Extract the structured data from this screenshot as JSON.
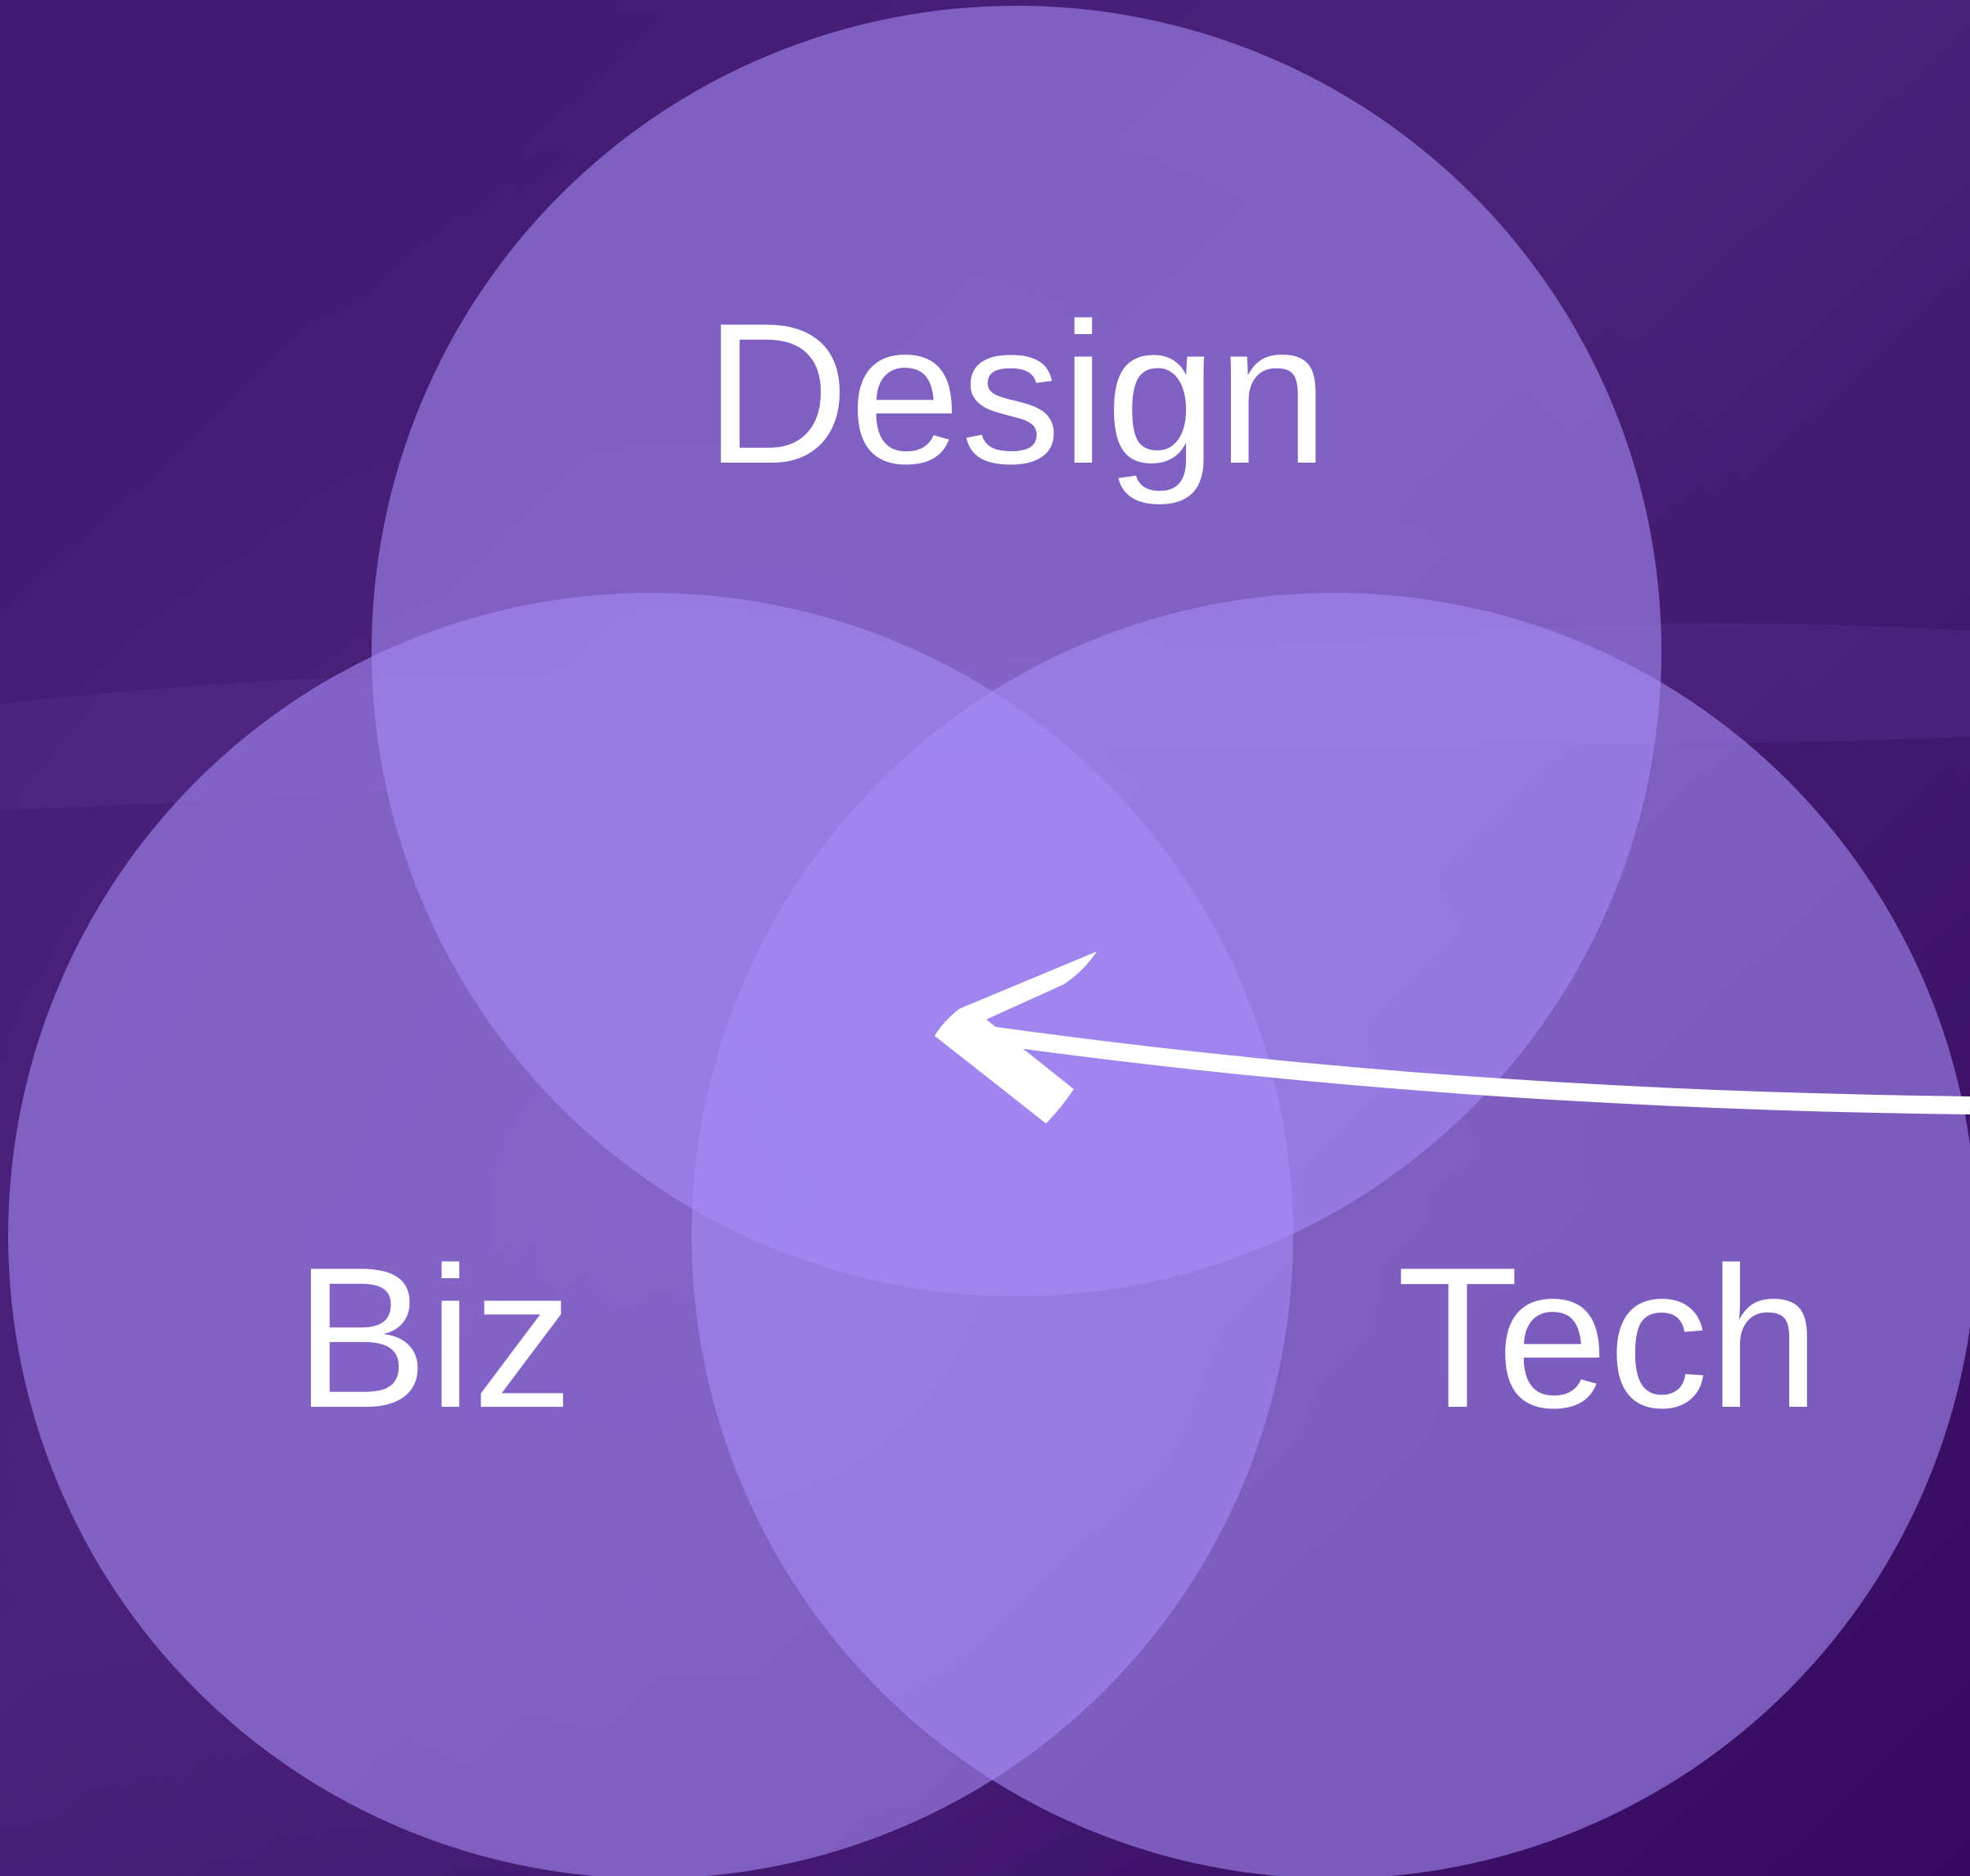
{
  "diagram": {
    "sets": [
      {
        "id": "design",
        "label": "Design"
      },
      {
        "id": "biz",
        "label": "Biz"
      },
      {
        "id": "tech",
        "label": "Tech"
      }
    ],
    "arrow": {
      "points_to": "center-intersection",
      "color": "#ffffff"
    },
    "colors": {
      "background_top": "#421a72",
      "background_bottom": "#35095f",
      "circle_fill": "#a58cf5"
    }
  }
}
